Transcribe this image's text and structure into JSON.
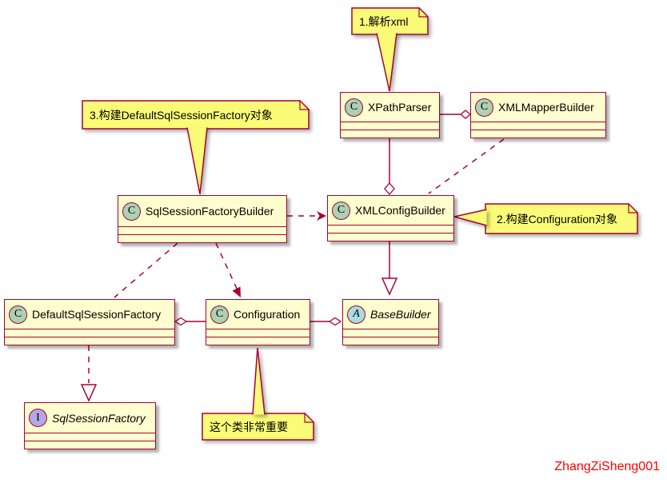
{
  "diagram_title": "MyBatis SqlSessionFactory build UML class diagram",
  "classes": [
    {
      "id": "xpathparser",
      "name": "XPathParser",
      "stereotype": "C",
      "kind": "class"
    },
    {
      "id": "xmlmapperbuilder",
      "name": "XMLMapperBuilder",
      "stereotype": "C",
      "kind": "class"
    },
    {
      "id": "sqlsessionfactorybuilder",
      "name": "SqlSessionFactoryBuilder",
      "stereotype": "C",
      "kind": "class"
    },
    {
      "id": "xmlconfigbuilder",
      "name": "XMLConfigBuilder",
      "stereotype": "C",
      "kind": "class"
    },
    {
      "id": "defaultsqlsessionfactory",
      "name": "DefaultSqlSessionFactory",
      "stereotype": "C",
      "kind": "class"
    },
    {
      "id": "configuration",
      "name": "Configuration",
      "stereotype": "C",
      "kind": "class"
    },
    {
      "id": "basebuilder",
      "name": "BaseBuilder",
      "stereotype": "A",
      "kind": "abstract"
    },
    {
      "id": "sqlsessionfactory",
      "name": "SqlSessionFactory",
      "stereotype": "I",
      "kind": "interface"
    }
  ],
  "notes": [
    {
      "id": "note-parse-xml",
      "text": "1.解析xml",
      "attached_to": "XPathParser"
    },
    {
      "id": "note-build-factory",
      "text": "3.构建DefaultSqlSessionFactory对象",
      "attached_to": "SqlSessionFactoryBuilder"
    },
    {
      "id": "note-build-config",
      "text": "2.构建Configuration对象",
      "attached_to": "XMLConfigBuilder"
    },
    {
      "id": "note-important",
      "text": "这个类非常重要",
      "attached_to": "Configuration"
    }
  ],
  "relationships": [
    {
      "from": "XPathParser",
      "to": "XMLMapperBuilder",
      "type": "aggregation",
      "diamond_at": "XMLMapperBuilder",
      "line": "solid"
    },
    {
      "from": "XPathParser",
      "to": "XMLConfigBuilder",
      "type": "aggregation",
      "diamond_at": "XMLConfigBuilder",
      "line": "solid"
    },
    {
      "from": "XMLMapperBuilder",
      "to": "XMLConfigBuilder",
      "type": "dependency",
      "line": "dashed"
    },
    {
      "from": "SqlSessionFactoryBuilder",
      "to": "XMLConfigBuilder",
      "type": "dependency",
      "arrow_at": "XMLConfigBuilder",
      "line": "dashed"
    },
    {
      "from": "SqlSessionFactoryBuilder",
      "to": "DefaultSqlSessionFactory",
      "type": "dependency",
      "line": "dashed"
    },
    {
      "from": "SqlSessionFactoryBuilder",
      "to": "Configuration",
      "type": "dependency",
      "arrow_at": "Configuration",
      "line": "dashed"
    },
    {
      "from": "XMLConfigBuilder",
      "to": "BaseBuilder",
      "type": "generalization",
      "triangle_at": "BaseBuilder",
      "line": "solid"
    },
    {
      "from": "Configuration",
      "to": "DefaultSqlSessionFactory",
      "type": "aggregation",
      "diamond_at": "DefaultSqlSessionFactory",
      "line": "solid"
    },
    {
      "from": "Configuration",
      "to": "BaseBuilder",
      "type": "aggregation",
      "diamond_at": "BaseBuilder",
      "line": "solid"
    },
    {
      "from": "DefaultSqlSessionFactory",
      "to": "SqlSessionFactory",
      "type": "realization",
      "triangle_at": "SqlSessionFactory",
      "line": "dashed"
    }
  ],
  "watermark": "ZhangZiSheng001",
  "colors": {
    "line": "#A80036",
    "class_fill": "#FEFECE",
    "note_fill": "#FBFB77",
    "class_badge": "#ADD1B2",
    "abstract_badge": "#A9DCDF",
    "interface_badge": "#B4A7E5",
    "watermark": "#FF0000",
    "background": "#FFFFFF"
  }
}
